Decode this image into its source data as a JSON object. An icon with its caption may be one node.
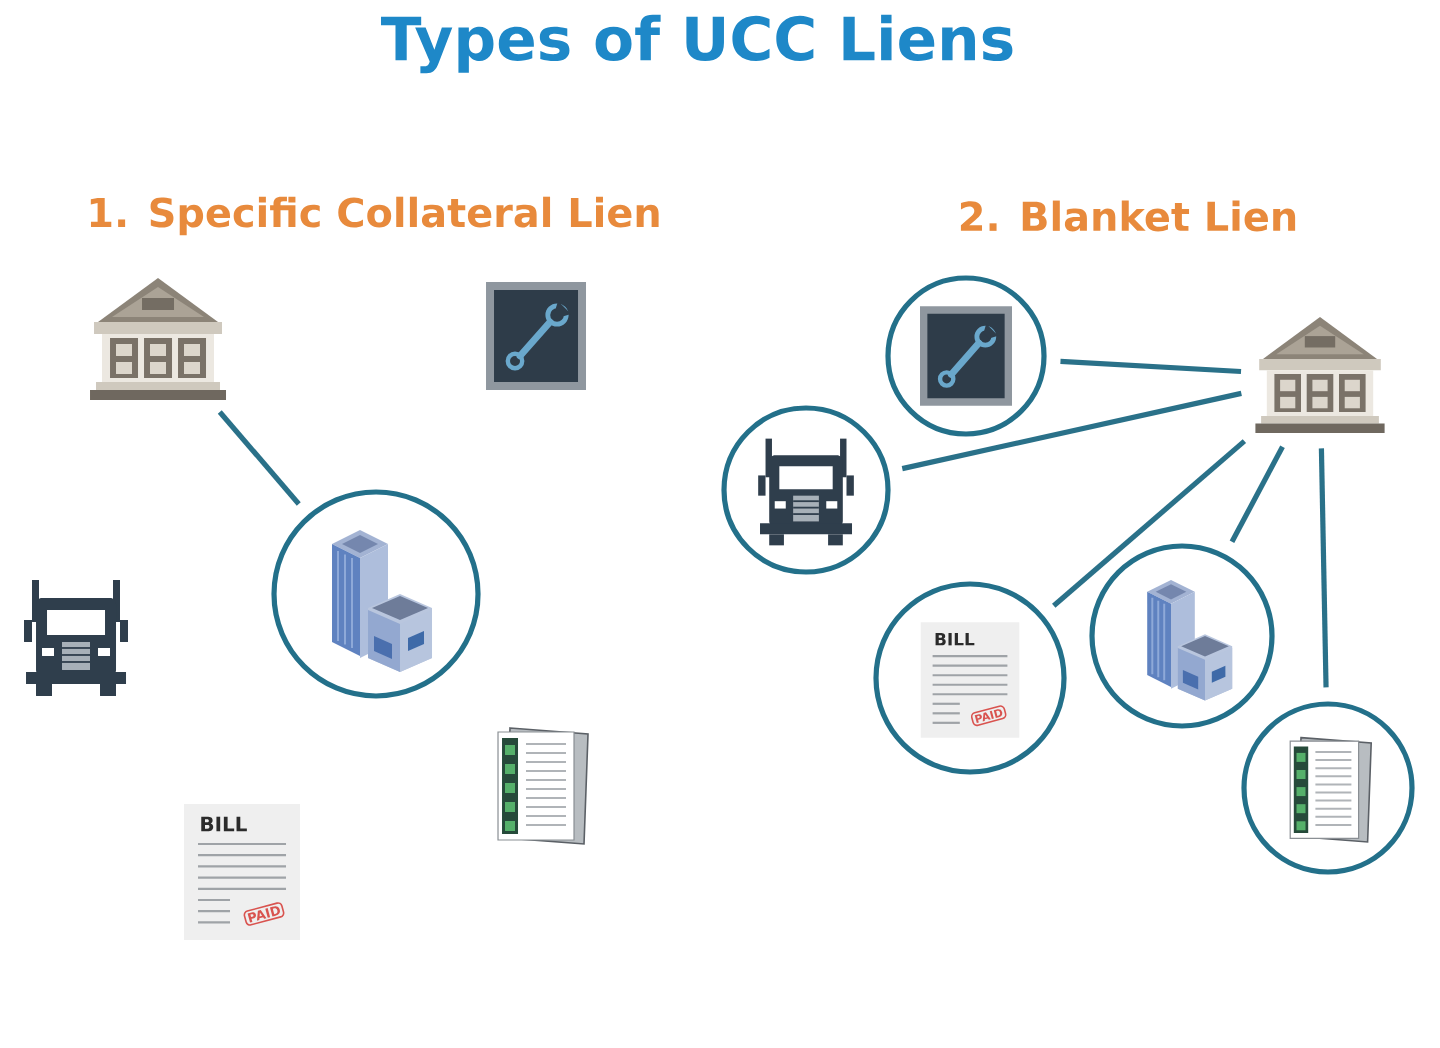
{
  "diagram": {
    "title": "Types of UCC Liens",
    "nodes": [
      {
        "text": [],
        "shape": "picture"
      },
      {
        "text": [],
        "shape": "picture"
      },
      {
        "text": [],
        "shape": "circle"
      },
      {
        "text": [],
        "shape": "picture"
      },
      {
        "text": [],
        "shape": "picture"
      },
      {
        "text": [],
        "shape": "picture"
      },
      {
        "text": [],
        "shape": "circle"
      },
      {
        "text": [],
        "shape": "picture"
      },
      {
        "text": [],
        "shape": "circle"
      },
      {
        "text": [],
        "shape": "circle"
      },
      {
        "text": [],
        "shape": "circle"
      },
      {
        "text": [],
        "shape": "circle"
      }
    ],
    "edges": [
      {
        "from": 0,
        "to": 2,
        "arrow": "none"
      },
      {
        "from": 7,
        "to": 6,
        "arrow": "none"
      },
      {
        "from": 7,
        "to": 8,
        "arrow": "none"
      },
      {
        "from": 7,
        "to": 9,
        "arrow": "none"
      },
      {
        "from": 7,
        "to": 10,
        "arrow": "none"
      },
      {
        "from": 7,
        "to": 11,
        "arrow": "none"
      }
    ],
    "labels": [
      "1. Specific Collateral Lien",
      "2. Blanket Lien",
      "BILL",
      "PAID",
      "BILL",
      "PAID"
    ]
  }
}
